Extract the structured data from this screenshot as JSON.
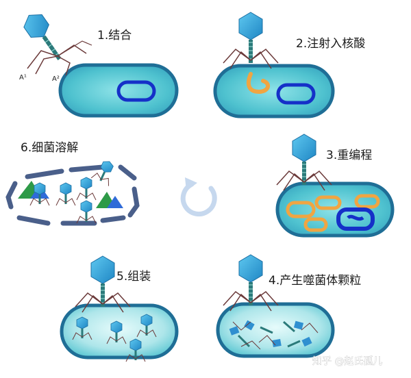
{
  "steps": [
    {
      "label": "1.结合"
    },
    {
      "label": "2.注射入核酸"
    },
    {
      "label": "3.重编程"
    },
    {
      "label": "4.产生噬菌体颗粒"
    },
    {
      "label": "5.组装"
    },
    {
      "label": "6.细菌溶解"
    }
  ],
  "markers": {
    "a1": "A¹",
    "a2": "A²"
  },
  "watermark": "知乎 @赵氏孤儿",
  "colors": {
    "cell_fill": "#4fc2cf",
    "cell_border": "#1f6e96",
    "phage_head": "#2fa8de",
    "dna_ring": "#1530c8",
    "injected_dna": "#f0a542",
    "cycle_arrow": "#c6d8ee"
  },
  "icons": [
    "phage-icon",
    "cycle-arrow-icon"
  ]
}
